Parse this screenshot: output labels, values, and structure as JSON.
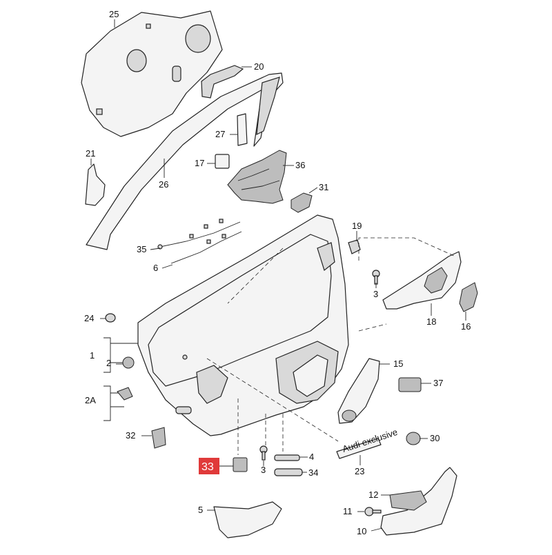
{
  "diagram": {
    "highlighted_callout": "33",
    "highlight_color": "#e03a3a",
    "embossed_text": "Audi exclusive",
    "callouts": [
      "25",
      "20",
      "27",
      "21",
      "17",
      "36",
      "26",
      "31",
      "19",
      "35",
      "6",
      "3",
      "18",
      "24",
      "16",
      "1",
      "2",
      "15",
      "37",
      "2A",
      "32",
      "30",
      "4",
      "34",
      "23",
      "12",
      "5",
      "11",
      "10"
    ]
  }
}
